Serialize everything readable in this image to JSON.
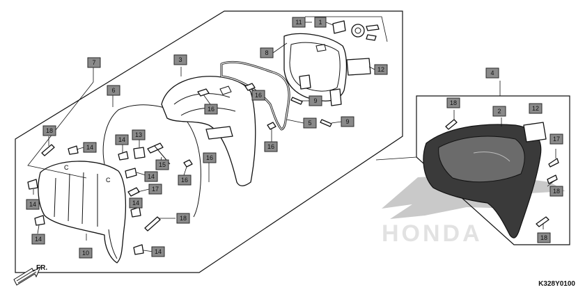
{
  "diagram": {
    "code": "K328Y0100",
    "direction_label": "FR.",
    "brand_watermark": "HONDA",
    "callouts": [
      {
        "id": "c1",
        "label": "1"
      },
      {
        "id": "c11",
        "label": "11"
      },
      {
        "id": "c8",
        "label": "8"
      },
      {
        "id": "c12a",
        "label": "12"
      },
      {
        "id": "c3",
        "label": "3"
      },
      {
        "id": "c7",
        "label": "7"
      },
      {
        "id": "c6",
        "label": "6"
      },
      {
        "id": "c9a",
        "label": "9"
      },
      {
        "id": "c9b",
        "label": "9"
      },
      {
        "id": "c5",
        "label": "5"
      },
      {
        "id": "c16a",
        "label": "16"
      },
      {
        "id": "c16b",
        "label": "16"
      },
      {
        "id": "c16c",
        "label": "16"
      },
      {
        "id": "c16d",
        "label": "16"
      },
      {
        "id": "c18a",
        "label": "18"
      },
      {
        "id": "c14a",
        "label": "14"
      },
      {
        "id": "c14b",
        "label": "14"
      },
      {
        "id": "c13",
        "label": "13"
      },
      {
        "id": "c15",
        "label": "15"
      },
      {
        "id": "c14c",
        "label": "14"
      },
      {
        "id": "c16e",
        "label": "16"
      },
      {
        "id": "c14d",
        "label": "14"
      },
      {
        "id": "c17a",
        "label": "17"
      },
      {
        "id": "c14e",
        "label": "14"
      },
      {
        "id": "c18b",
        "label": "18"
      },
      {
        "id": "c14f",
        "label": "14"
      },
      {
        "id": "c10",
        "label": "10"
      },
      {
        "id": "c14g",
        "label": "14"
      },
      {
        "id": "c4",
        "label": "4"
      },
      {
        "id": "c18c",
        "label": "18"
      },
      {
        "id": "c2",
        "label": "2"
      },
      {
        "id": "c12b",
        "label": "12"
      },
      {
        "id": "c17b",
        "label": "17"
      },
      {
        "id": "c18d",
        "label": "18"
      },
      {
        "id": "c18e",
        "label": "18"
      }
    ]
  }
}
